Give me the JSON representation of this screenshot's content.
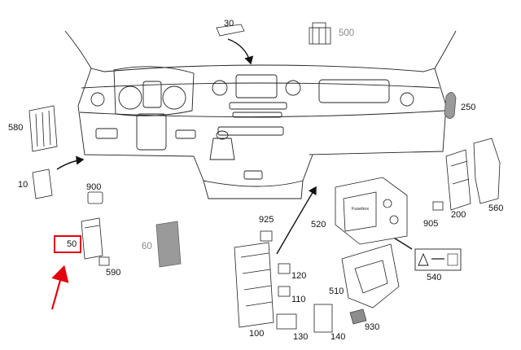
{
  "diagram": {
    "callouts": [
      {
        "key": "c30",
        "text": "30",
        "gray": false
      },
      {
        "key": "c500",
        "text": "500",
        "gray": true
      },
      {
        "key": "c250",
        "text": "250",
        "gray": false
      },
      {
        "key": "c580",
        "text": "580",
        "gray": false
      },
      {
        "key": "c10",
        "text": "10",
        "gray": false
      },
      {
        "key": "c900",
        "text": "900",
        "gray": false
      },
      {
        "key": "c50",
        "text": "50",
        "gray": false
      },
      {
        "key": "c590",
        "text": "590",
        "gray": false
      },
      {
        "key": "c60",
        "text": "60",
        "gray": true
      },
      {
        "key": "c925",
        "text": "925",
        "gray": false
      },
      {
        "key": "c520",
        "text": "520",
        "gray": false
      },
      {
        "key": "c905",
        "text": "905",
        "gray": false
      },
      {
        "key": "c200",
        "text": "200",
        "gray": false
      },
      {
        "key": "c560",
        "text": "560",
        "gray": false
      },
      {
        "key": "c120",
        "text": "120",
        "gray": false
      },
      {
        "key": "c110",
        "text": "110",
        "gray": false
      },
      {
        "key": "c510",
        "text": "510",
        "gray": false
      },
      {
        "key": "c540",
        "text": "540",
        "gray": false
      },
      {
        "key": "c100",
        "text": "100",
        "gray": false
      },
      {
        "key": "c130",
        "text": "130",
        "gray": false
      },
      {
        "key": "c140",
        "text": "140",
        "gray": false
      },
      {
        "key": "c930",
        "text": "930",
        "gray": false
      }
    ],
    "highlighted_part": "50",
    "fusebox_label": "Fusebox",
    "colors": {
      "line": "#222222",
      "highlight": "#e3000f",
      "part_gray": "#9a9a9a"
    }
  }
}
